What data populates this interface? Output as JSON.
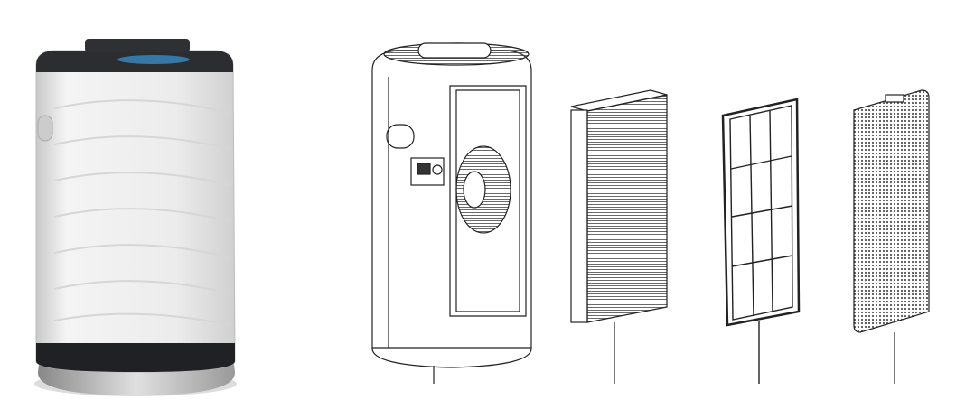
{
  "figure": {
    "photo": {
      "body_color": "#e9e9e9",
      "trim_color": "#2b2d30",
      "glow_color": "#3fa9f5"
    },
    "exploded_view": {
      "parts": [
        "housing",
        "hepa-filter",
        "carbon-frame-filter",
        "pre-filter"
      ],
      "line_color": "#222222"
    }
  }
}
